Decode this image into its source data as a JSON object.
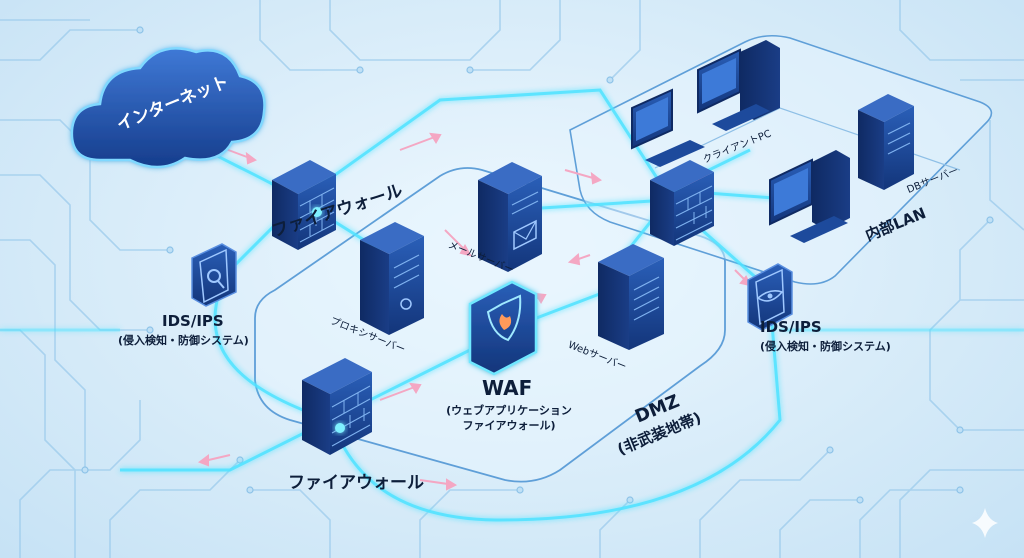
{
  "internet": {
    "label": "インターネット"
  },
  "firewall_top": {
    "label": "ファイアウォール"
  },
  "firewall_bottom": {
    "label": "ファイアウォール"
  },
  "ids_left": {
    "title": "IDS/IPS",
    "subtitle": "(侵入検知・防御システム)"
  },
  "ids_right": {
    "title": "IDS/IPS",
    "subtitle": "(侵入検知・防御システム)"
  },
  "proxy_server": {
    "label": "プロキシサーバー"
  },
  "mail_server": {
    "label": "メールサーバー"
  },
  "web_server": {
    "label": "Webサーバー"
  },
  "waf": {
    "title": "WAF",
    "line1": "(ウェブアプリケーション",
    "line2": "ファイアウォール)"
  },
  "dmz": {
    "title": "DMZ",
    "subtitle": "(非武装地帯)"
  },
  "client_pc": {
    "label": "クライアントPC"
  },
  "db_server": {
    "label": "DBサーバー"
  },
  "internal_lan": {
    "label": "内部LAN"
  },
  "colors": {
    "accent": "#4fe3ff",
    "device": "#1d4a9c",
    "background": "#dceefa"
  }
}
